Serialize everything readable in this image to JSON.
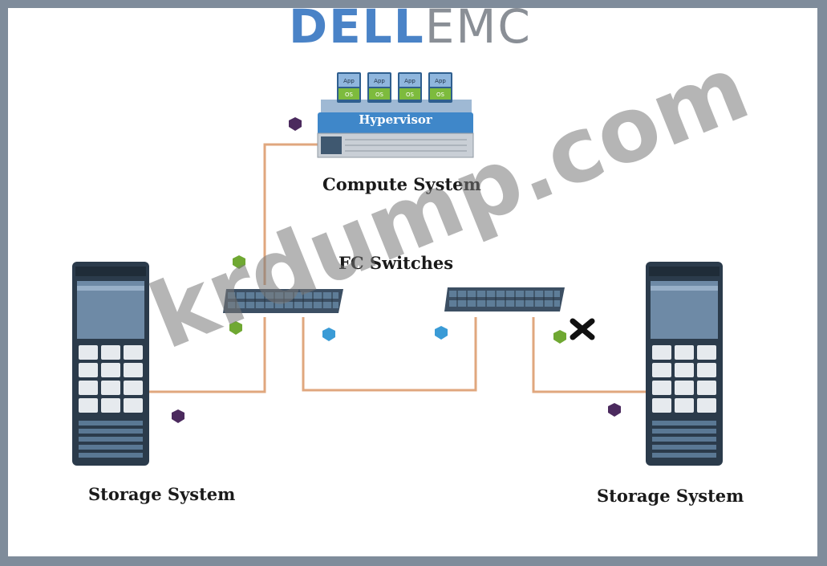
{
  "logo": {
    "dell": "DELL",
    "emc": "EMC"
  },
  "labels": {
    "hypervisor": "Hypervisor",
    "compute": "Compute System",
    "fc_switches": "FC Switches",
    "storage_left": "Storage System",
    "storage_right": "Storage System",
    "app": "App",
    "os": "OS"
  },
  "watermark": "krdump.com",
  "colors": {
    "cable": "#e0a77e",
    "switch": "#34495e",
    "port_green": "#6fa832",
    "port_blue": "#3a9bd6",
    "port_purple": "#4b2a5e",
    "storage": "#2f4356"
  },
  "failure_marker_icon": "x-mark-icon"
}
